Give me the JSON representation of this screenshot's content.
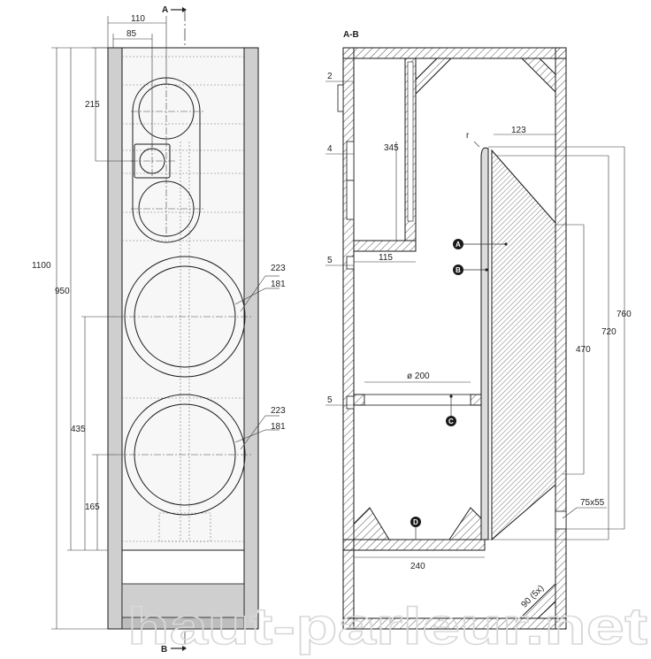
{
  "section": {
    "marker_a": "A",
    "marker_b": "B",
    "title": "A-B"
  },
  "front_dims": {
    "w110": "110",
    "w85": "85",
    "h215": "215",
    "h1100": "1100",
    "h950": "950",
    "h435": "435",
    "h165": "165",
    "woofer1_outer": "223",
    "woofer1_inner": "181",
    "woofer2_outer": "223",
    "woofer2_inner": "181"
  },
  "side_dims": {
    "t2": "2",
    "t4": "4",
    "t5a": "5",
    "t5b": "5",
    "h345": "345",
    "w115": "115",
    "r": "r",
    "w123": "123",
    "port": "ø 200",
    "h470": "470",
    "h720": "720",
    "h760": "760",
    "brace": "75x55",
    "w240": "240",
    "feet": "90 (5x)"
  },
  "markers": {
    "a": "A",
    "b": "B",
    "c": "C",
    "d": "D"
  },
  "watermark": "haut-parleur.net",
  "colors": {
    "panel_fill": "#cfcfcf",
    "line": "#1a1a1a",
    "hatch": "#555555",
    "marker": "#1a1a1a"
  }
}
